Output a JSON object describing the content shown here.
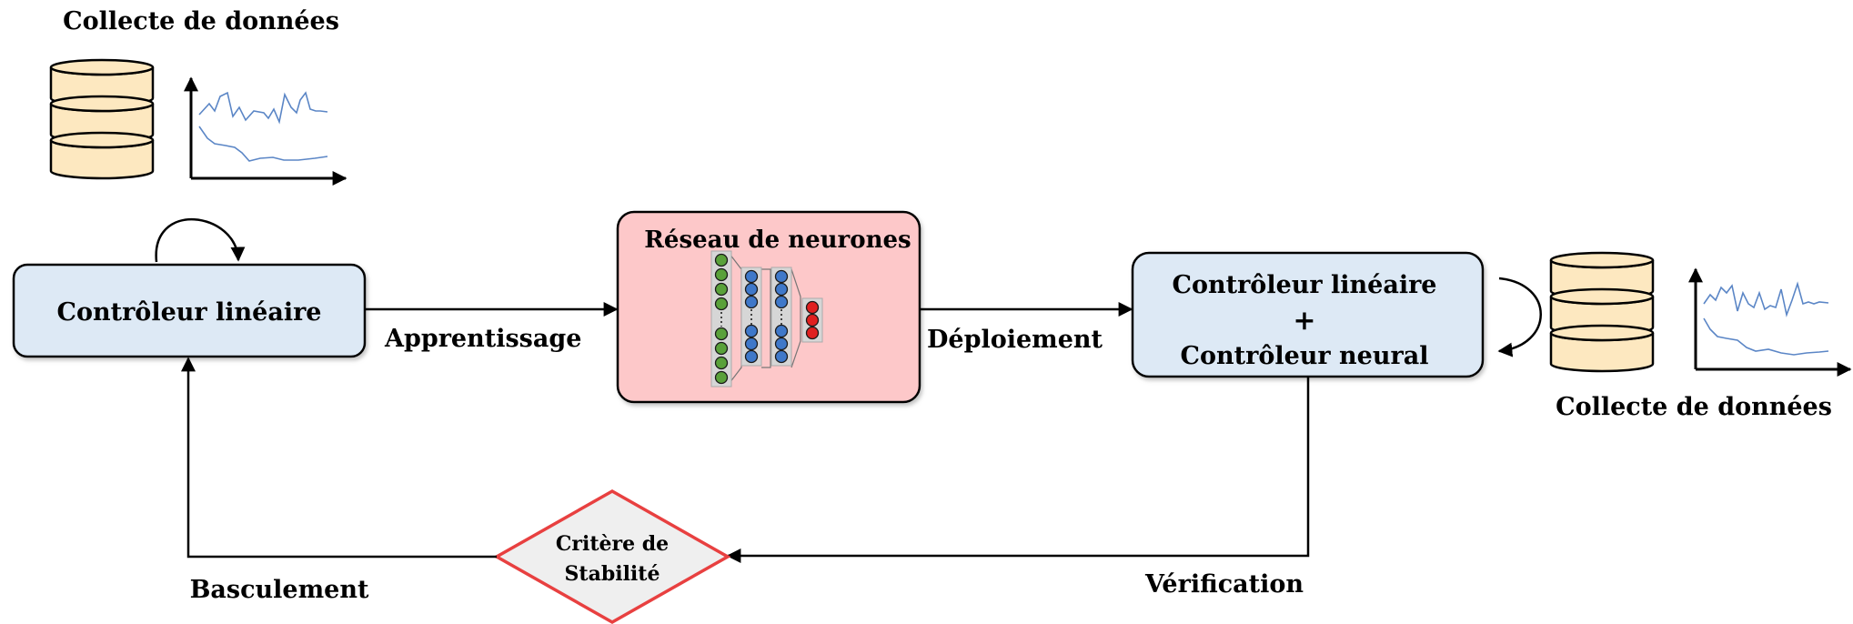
{
  "labels": {
    "collect_top": "Collecte de données",
    "collect_right": "Collecte de données",
    "linear_controller": "Contrôleur linéaire",
    "neural_net_title": "Réseau de neurones",
    "combined_line1": "Contrôleur linéaire",
    "combined_plus": "+",
    "combined_line2": "Contrôleur neural",
    "learning": "Apprentissage",
    "deployment": "Déploiement",
    "verification": "Vérification",
    "switching": "Basculement",
    "criterion_line1": "Critère de",
    "criterion_line2": "Stabilité"
  },
  "colors": {
    "controller_fill": "#dde9f5",
    "neural_fill": "#fdc8c9",
    "diamond_border": "#e84040",
    "diamond_fill": "#efefef",
    "database_fill": "#fde8c0",
    "chart_line": "#5b86c6",
    "neuron_green": "#5aa13a",
    "neuron_blue": "#3f78c9",
    "neuron_red": "#e02020"
  }
}
